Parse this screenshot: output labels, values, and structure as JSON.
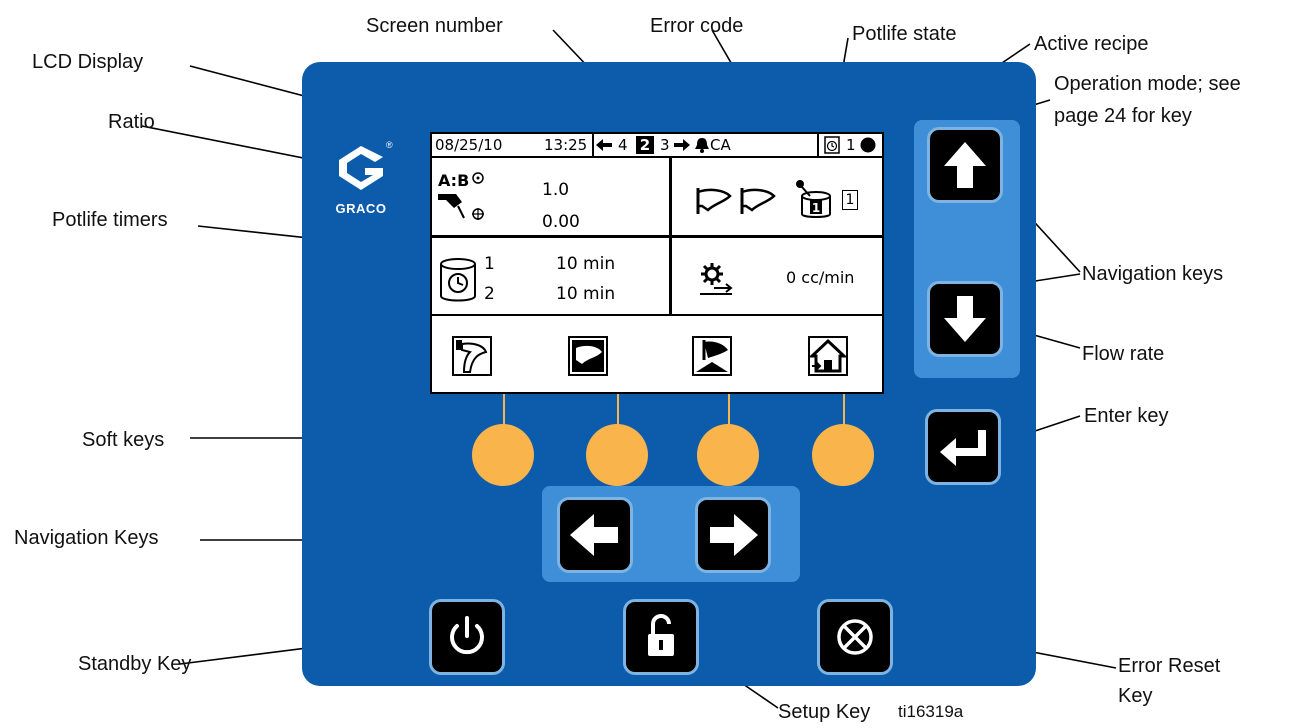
{
  "callouts": {
    "screen_number": "Screen number",
    "error_code": "Error code",
    "potlife_state": "Potlife state",
    "active_recipe": "Active recipe",
    "lcd_display": "LCD Display",
    "operation_mode_1": "Operation mode; see",
    "operation_mode_2": "page 24 for key",
    "ratio": "Ratio",
    "potlife_timers": "Potlife timers",
    "navigation_keys_right": "Navigation keys",
    "flow_rate": "Flow rate",
    "enter_key": "Enter key",
    "soft_keys": "Soft keys",
    "navigation_keys_bottom": "Navigation Keys",
    "standby_key": "Standby Key",
    "setup_key": "Setup Key",
    "error_reset_1": "Error Reset",
    "error_reset_2": "Key",
    "figure_id": "ti16319a"
  },
  "brand": {
    "name": "GRACO",
    "registered": "®"
  },
  "lcd": {
    "date": "08/25/10",
    "time": "13:25",
    "prev_screen": "4",
    "current_screen": "2",
    "next_screen": "3",
    "error_code": "CA",
    "active_recipe": "1",
    "ratio_label": "A:B",
    "ratio_value": "1.0",
    "ratio_deviation": "0.00",
    "recipe_box": "1",
    "potlife_1_label": "1",
    "potlife_1_value": "10 min",
    "potlife_2_label": "2",
    "potlife_2_value": "10 min",
    "flow_rate": "0 cc/min"
  },
  "icons": {
    "lcd": [
      "left-arrow-icon",
      "right-arrow-icon",
      "bell-icon",
      "timer-icon",
      "operation-mode-dot-icon",
      "mix-manifold-icon",
      "spray-gun-icon",
      "recipe-canister-icon",
      "potlife-canister-icon",
      "flow-gear-icon",
      "soft-spray-icon",
      "soft-purge-icon",
      "soft-fill-icon",
      "soft-home-icon"
    ],
    "keys": [
      "up-arrow-icon",
      "down-arrow-icon",
      "enter-icon",
      "left-arrow-icon",
      "right-arrow-icon",
      "power-icon",
      "padlock-icon",
      "error-reset-icon"
    ]
  },
  "colors": {
    "panel": "#0d5bab",
    "nav_highlight": "#3f8fd8",
    "soft_key": "#f9b54b",
    "key": "#000000",
    "key_border": "#7eb3e2"
  }
}
